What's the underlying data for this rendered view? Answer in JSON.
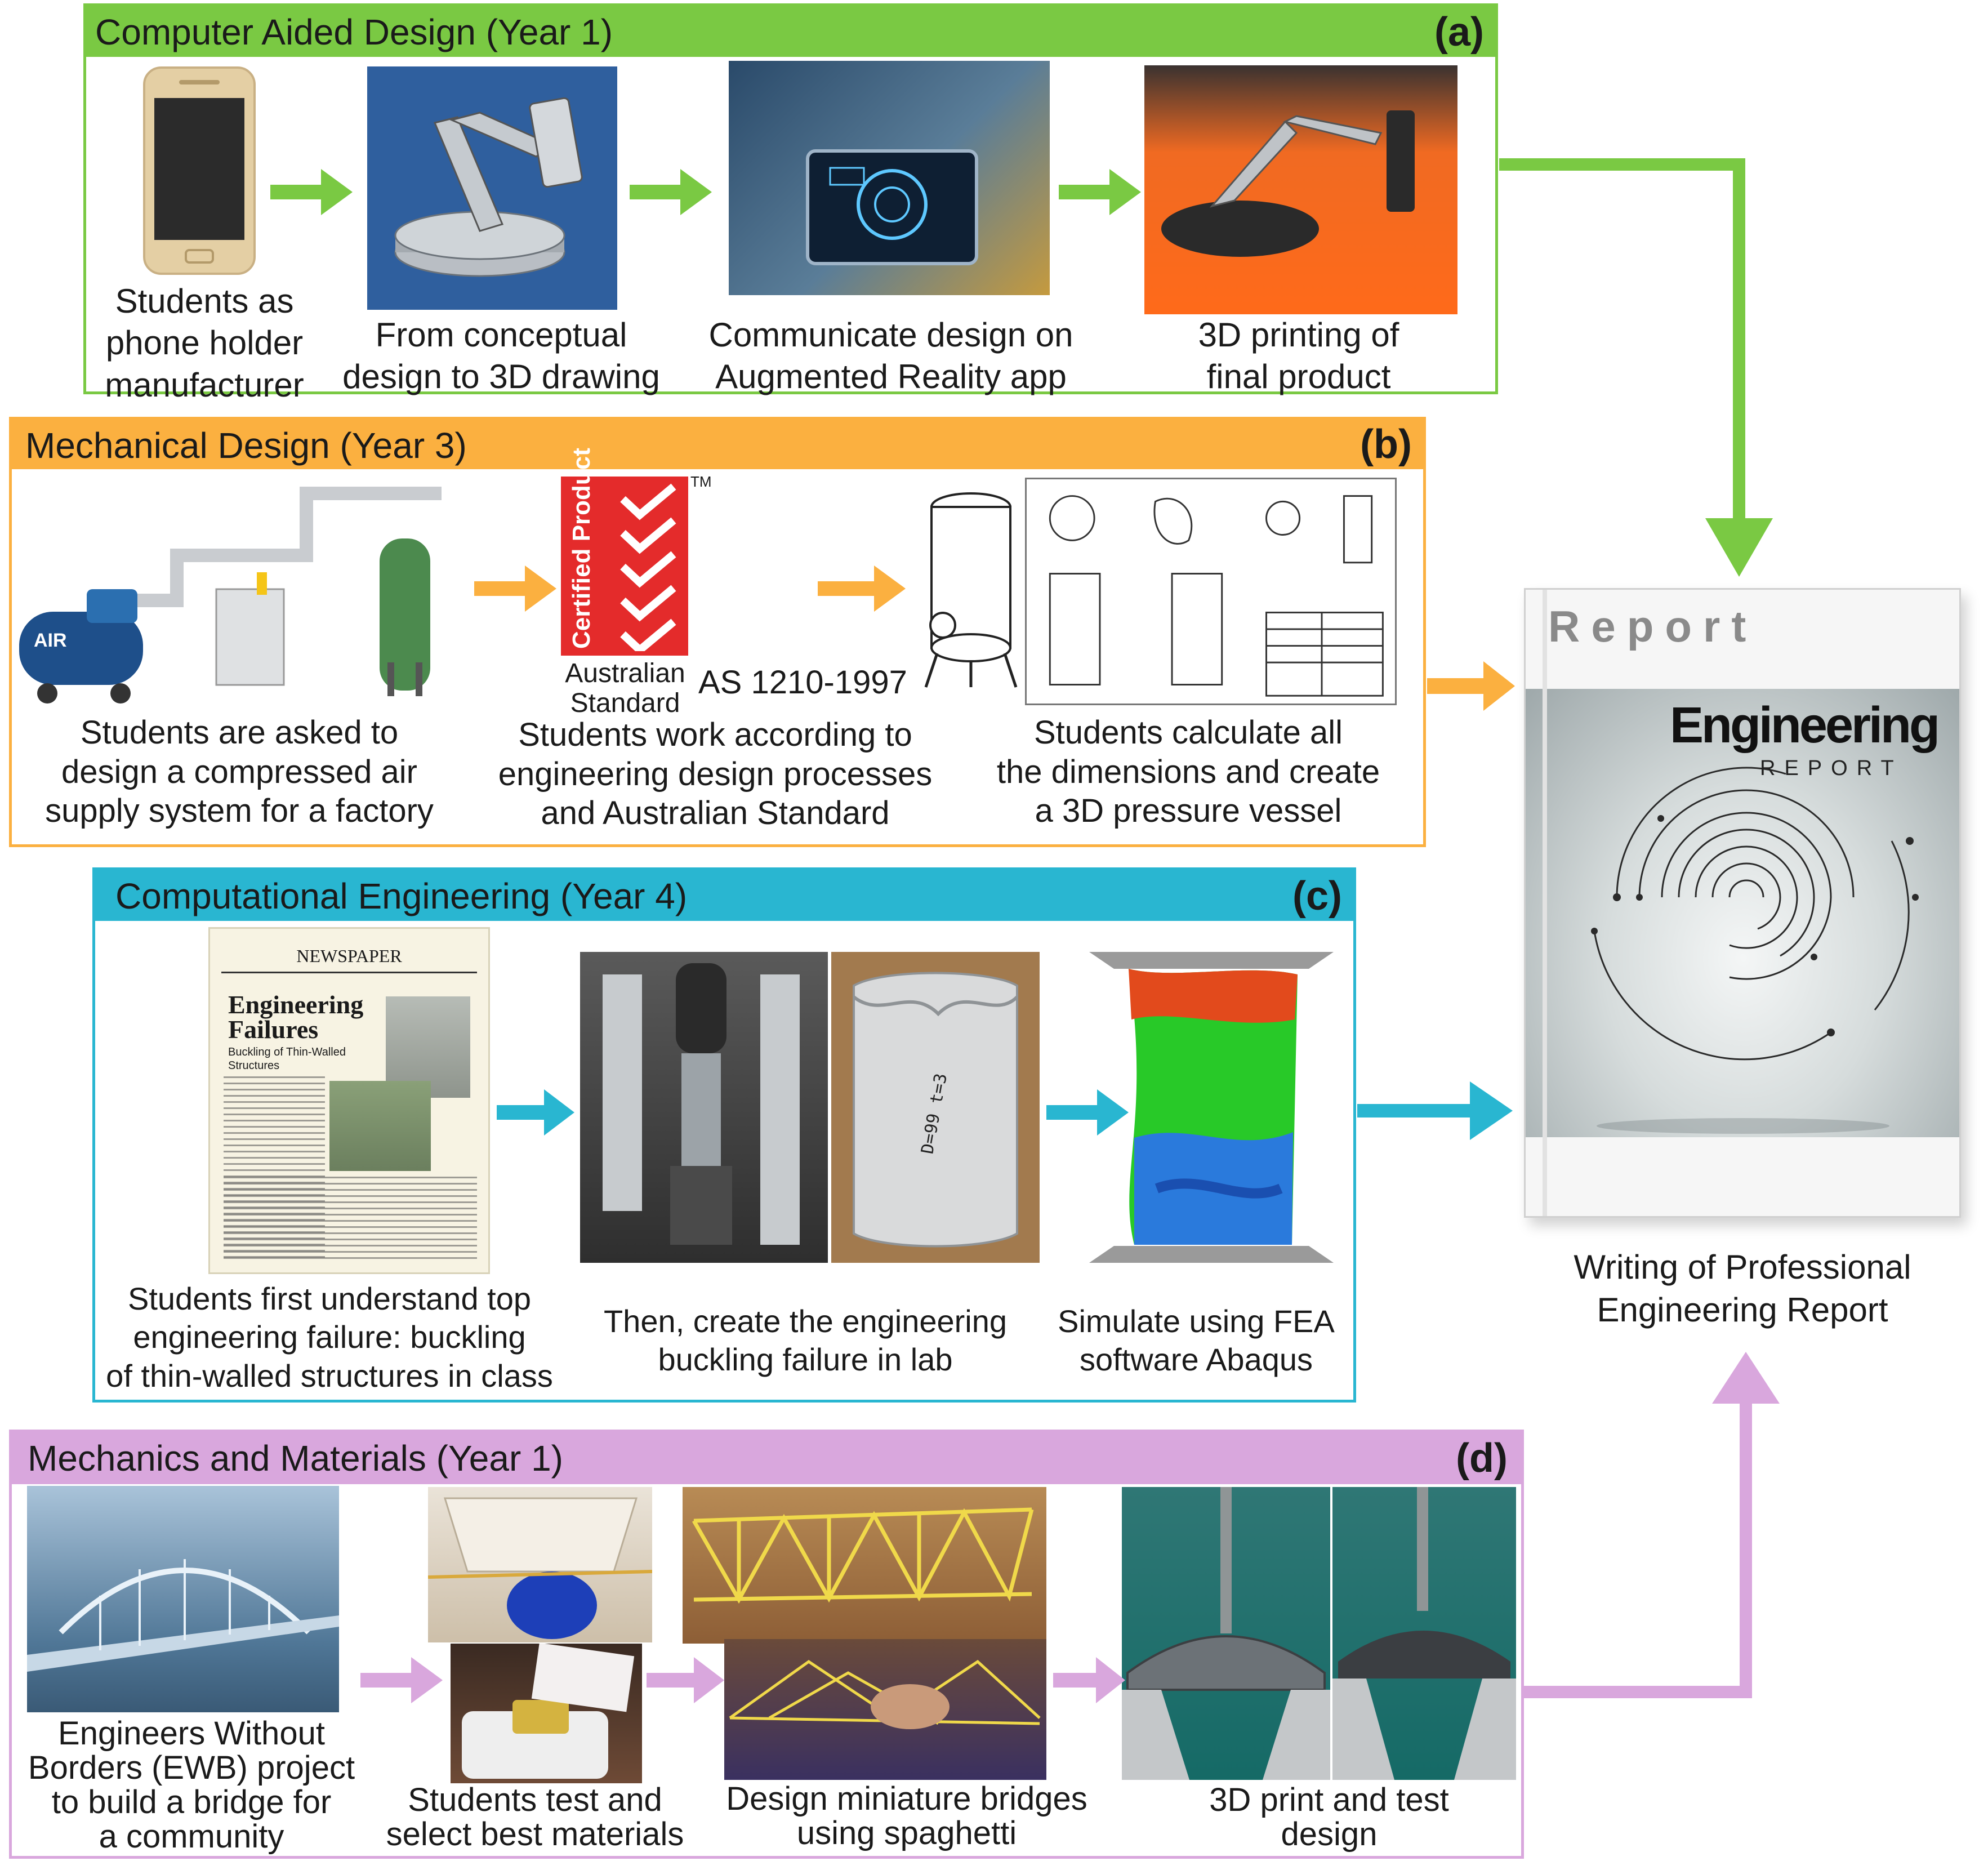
{
  "panels": {
    "a": {
      "title": "Computer Aided Design (Year 1)",
      "tag": "(a)",
      "captions": [
        [
          "Students as",
          "phone holder",
          "manufacturer"
        ],
        [
          "From conceptual",
          "design to 3D drawing"
        ],
        [
          "Communicate design on",
          "Augmented Reality app"
        ],
        [
          "3D printing of",
          "final product"
        ]
      ]
    },
    "b": {
      "title": "Mechanical Design (Year 3)",
      "tag": "(b)",
      "badge_text": "Certified Product",
      "tm": "TM",
      "badge_caption": [
        "Australian",
        "Standard"
      ],
      "standard_code": "AS 1210-1997",
      "air_label": "AIR",
      "captions": [
        [
          "Students are asked to",
          "design a compressed air",
          "supply system for a factory"
        ],
        [
          "Students work according to",
          "engineering design processes",
          "and Australian Standard"
        ],
        [
          "Students calculate all",
          "the dimensions and create",
          "a 3D pressure vessel"
        ]
      ]
    },
    "c": {
      "title": "Computational Engineering (Year 4)",
      "tag": "(c)",
      "newspaper": {
        "masthead": "NEWSPAPER",
        "headline1": "Engineering",
        "headline2": "Failures",
        "subhead1": "Buckling of Thin-Walled",
        "subhead2": "Structures"
      },
      "captions": [
        [
          "Students first understand top",
          "engineering failure: buckling",
          "of thin-walled structures in class"
        ],
        [
          "Then, create the engineering",
          "buckling failure in lab"
        ],
        [
          "Simulate using FEA",
          "software Abaqus"
        ]
      ]
    },
    "d": {
      "title": "Mechanics and Materials (Year 1)",
      "tag": "(d)",
      "captions": [
        [
          "Engineers Without",
          "Borders (EWB) project",
          "to build a bridge for",
          "a community"
        ],
        [
          "Students test and",
          "select best materials"
        ],
        [
          "Design miniature bridges",
          "using spaghetti"
        ],
        [
          "3D print and test",
          "design"
        ]
      ]
    }
  },
  "report": {
    "cover_word": "Report",
    "title": "Engineering",
    "subtitle": "REPORT",
    "caption": [
      "Writing of Professional",
      "Engineering Report"
    ]
  },
  "colors": {
    "green": "#7ac943",
    "orange": "#fbb040",
    "cyan": "#29b6d1",
    "purple": "#d9a7dd"
  }
}
